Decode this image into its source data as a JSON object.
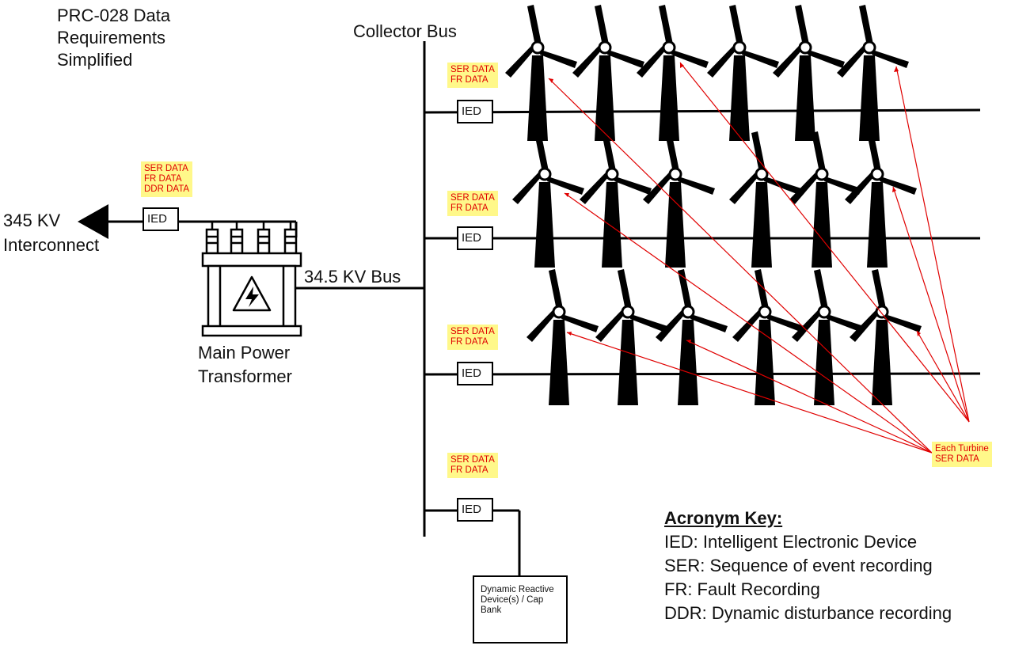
{
  "title_lines": [
    "PRC-028 Data",
    "Requirements",
    "Simplified"
  ],
  "labels": {
    "interconnect_kv": "345 KV",
    "interconnect": "Interconnect",
    "collector_bus": "Collector Bus",
    "kv_bus": "34.5 KV Bus",
    "transformer_line1": "Main Power",
    "transformer_line2": "Transformer",
    "ied": "IED",
    "dynamic_device": "Dynamic Reactive Device(s) / Cap Bank"
  },
  "notes": {
    "transformer": [
      "SER DATA",
      "FR DATA",
      "DDR DATA"
    ],
    "feeder": [
      "SER DATA",
      "FR DATA"
    ],
    "turbine": [
      "Each Turbine",
      "SER DATA"
    ]
  },
  "acronym_key": {
    "heading": "Acronym Key:",
    "items": [
      "IED: Intelligent Electronic Device",
      "SER: Sequence of event recording",
      "FR: Fault Recording",
      "DDR: Dynamic disturbance recording"
    ]
  },
  "colors": {
    "line": "#000000",
    "annotation": "#e00000",
    "highlight": "#fff88a"
  },
  "icons": {
    "turbine": "wind-turbine-icon",
    "transformer": "transformer-icon",
    "arrow": "arrow-left-icon"
  }
}
